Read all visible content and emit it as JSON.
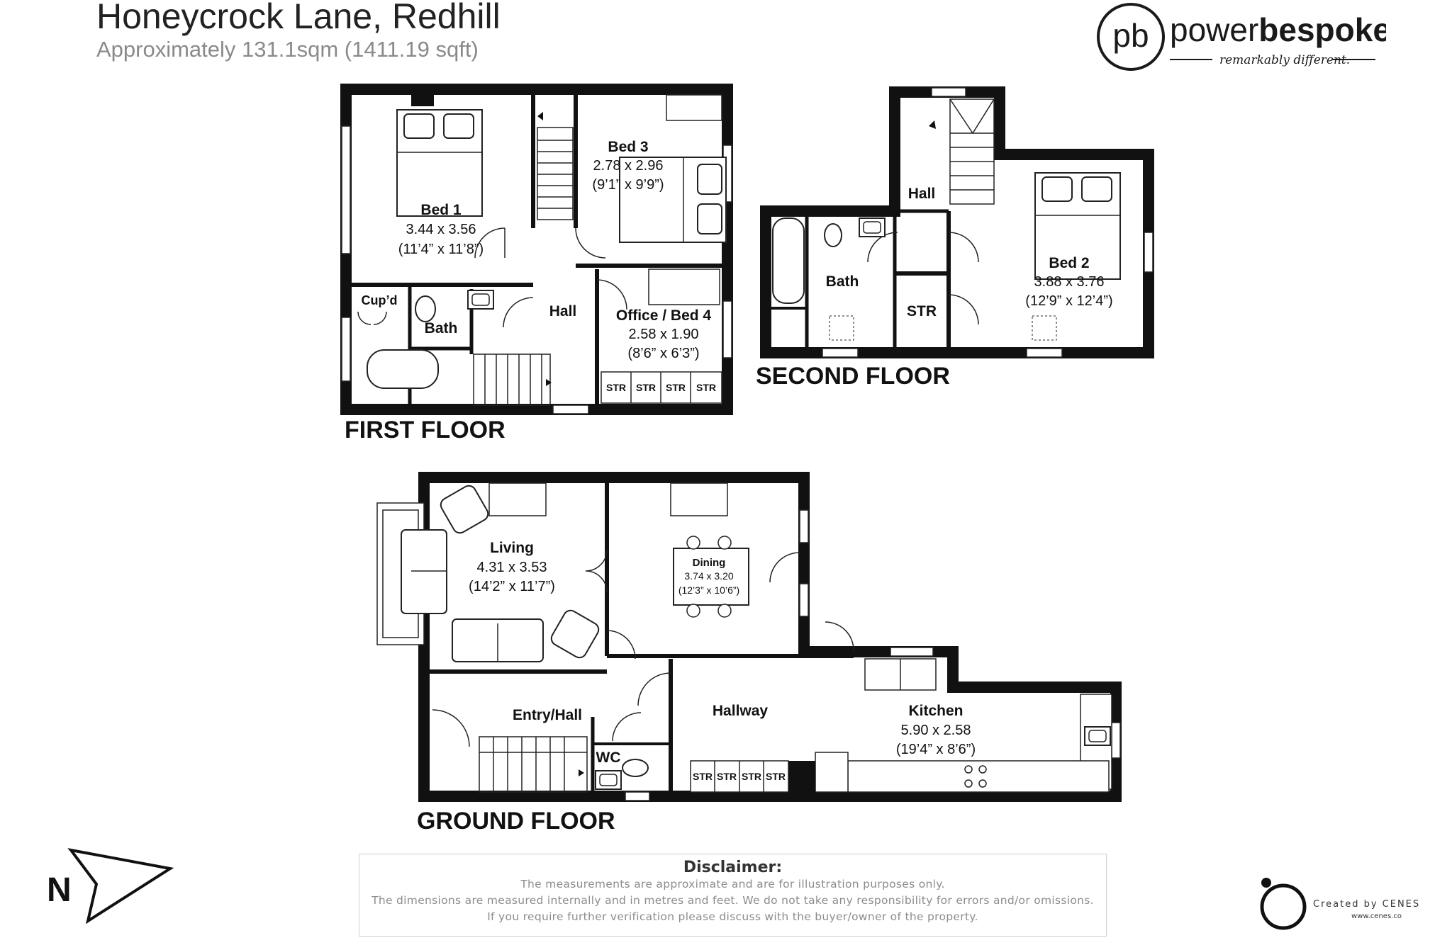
{
  "header": {
    "title": "Honeycrock Lane, Redhill",
    "subtitle": "Approximately 131.1sqm (1411.19 sqft)"
  },
  "brand": {
    "monogram": "pb",
    "name_light": "power",
    "name_bold": "bespoke",
    "tagline": "remarkably different."
  },
  "floors": {
    "first": "FIRST FLOOR",
    "second": "SECOND FLOOR",
    "ground": "GROUND FLOOR"
  },
  "rooms": {
    "bed1": {
      "name": "Bed 1",
      "metric": "3.44 x 3.56",
      "imperial": "(11’4” x 11’8”)"
    },
    "bed3": {
      "name": "Bed 3",
      "metric": "2.78 x 2.96",
      "imperial": "(9’1” x 9’9”)"
    },
    "office": {
      "name": "Office / Bed 4",
      "metric": "2.58 x 1.90",
      "imperial": "(8’6” x 6’3”)"
    },
    "cupd": {
      "name": "Cup’d"
    },
    "bath1": {
      "name": "Bath"
    },
    "hall1": {
      "name": "Hall"
    },
    "hall2": {
      "name": "Hall"
    },
    "bath2": {
      "name": "Bath"
    },
    "str2": {
      "name": "STR"
    },
    "bed2": {
      "name": "Bed 2",
      "metric": "3.88 x 3.76",
      "imperial": "(12’9” x 12’4”)"
    },
    "living": {
      "name": "Living",
      "metric": "4.31 x 3.53",
      "imperial": "(14’2” x 11’7”)"
    },
    "dining": {
      "name": "Dining",
      "metric": "3.74 x 3.20",
      "imperial": "(12’3” x 10’6”)"
    },
    "entry": {
      "name": "Entry/Hall"
    },
    "wc": {
      "name": "WC"
    },
    "hallway": {
      "name": "Hallway"
    },
    "kitchen": {
      "name": "Kitchen",
      "metric": "5.90 x 2.58",
      "imperial": "(19’4” x 8’6”)"
    }
  },
  "storage_label": "STR",
  "compass": {
    "label": "N"
  },
  "disclaimer": {
    "title": "Disclaimer:",
    "lines": [
      "The measurements are approximate and are for illustration purposes only.",
      "The dimensions are measured internally and in metres and feet. We do not take any responsibility for errors and/or omissions.",
      "If you require further verification please discuss with the buyer/owner of the property."
    ]
  },
  "credit": {
    "line1": "Created by CENES",
    "line2": "www.cenes.co"
  }
}
